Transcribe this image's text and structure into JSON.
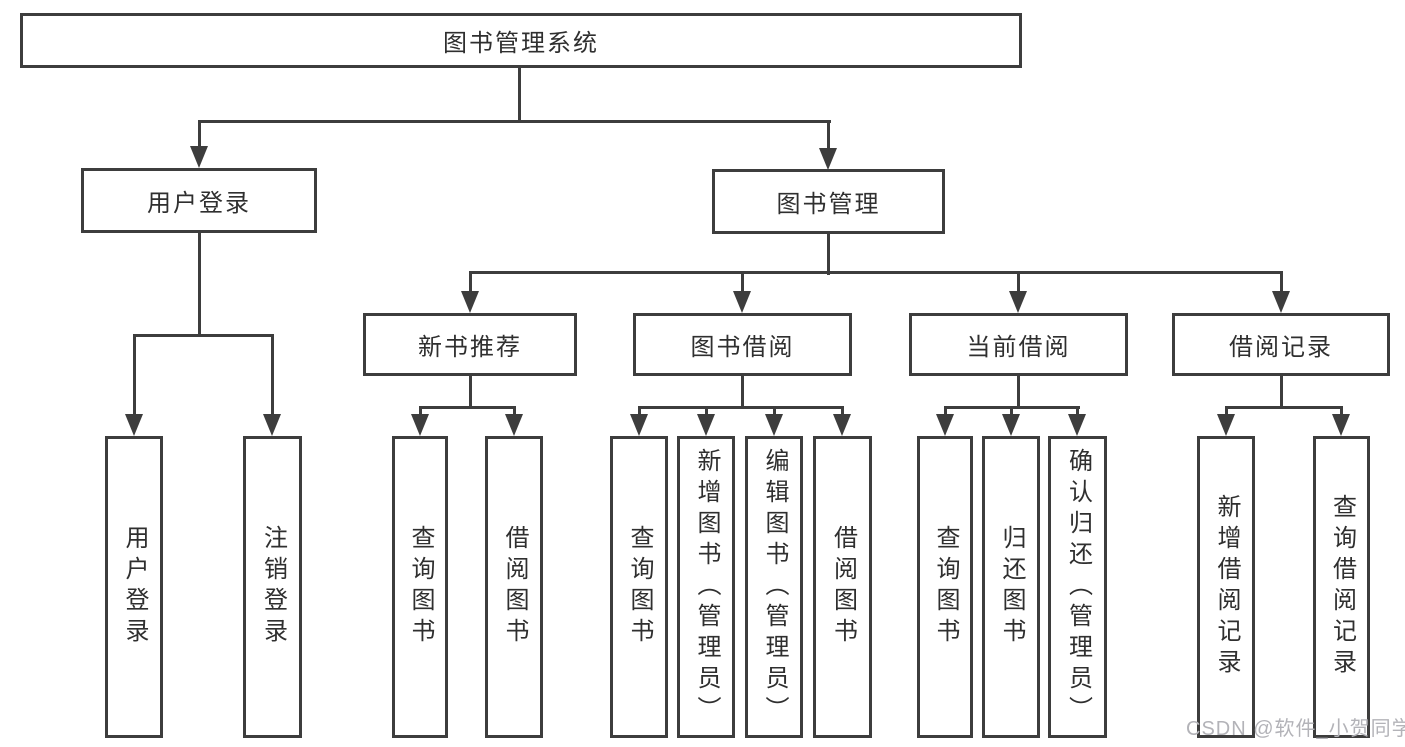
{
  "tree": {
    "root": {
      "label": "图书管理系统"
    },
    "branches": [
      {
        "label": "用户登录",
        "children": [
          {
            "label": "用户登录"
          },
          {
            "label": "注销登录"
          }
        ]
      },
      {
        "label": "图书管理",
        "children": [
          {
            "label": "新书推荐",
            "children": [
              {
                "label": "查询图书"
              },
              {
                "label": "借阅图书"
              }
            ]
          },
          {
            "label": "图书借阅",
            "children": [
              {
                "label": "查询图书"
              },
              {
                "label": "新增图书（管理员）"
              },
              {
                "label": "编辑图书（管理员）"
              },
              {
                "label": "借阅图书"
              }
            ]
          },
          {
            "label": "当前借阅",
            "children": [
              {
                "label": "查询图书"
              },
              {
                "label": "归还图书"
              },
              {
                "label": "确认归还（管理员）"
              }
            ]
          },
          {
            "label": "借阅记录",
            "children": [
              {
                "label": "新增借阅记录"
              },
              {
                "label": "查询借阅记录"
              }
            ]
          }
        ]
      }
    ]
  },
  "watermark": "CSDN @软件_小贺同学",
  "colors": {
    "line": "#3d3d3d",
    "text": "#2f2f2f",
    "watermark": "#b3b3b8",
    "box_fill": "#ffffff"
  }
}
